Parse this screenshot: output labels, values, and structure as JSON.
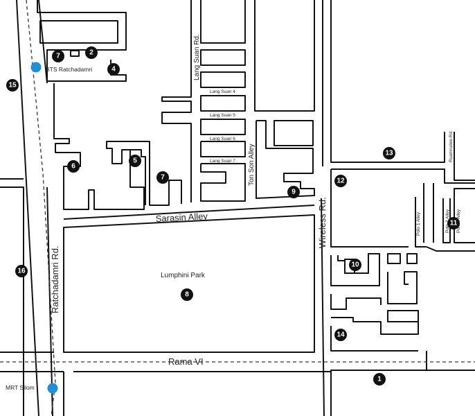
{
  "map": {
    "roads": {
      "ratchadamri": "Ratchadamri Rd.",
      "lang_suan": "Lang Suan Rd.",
      "sarasin": "Sarasin Alley",
      "wireless": "Wireless Rd.",
      "rama6": "Rama VI",
      "ton_son": "Ton Son Alley",
      "ruamrudee": "Ruamrudee Rd.",
      "polo1": "Polo 1 Alley",
      "polo2": "Polo 2 Alley",
      "polo4": "Polo 4 Alley",
      "lang_suan_4": "Lang Suan 4",
      "lang_suan_5": "Lang Suan 5",
      "lang_suan_6": "Lang Suan 6",
      "lang_suan_7": "Lang Suan 7"
    },
    "places": {
      "park": "Lumphini Park",
      "bts": "BTS Ratchadamri",
      "mrt": "MRT Silom"
    },
    "markers": [
      "7",
      "2",
      "4",
      "15",
      "6",
      "5",
      "7",
      "9",
      "13",
      "12",
      "11",
      "10",
      "16",
      "8",
      "14",
      "1"
    ],
    "colors": {
      "station": "#1f8fd6",
      "marker": "#111111",
      "line": "#111111"
    }
  }
}
